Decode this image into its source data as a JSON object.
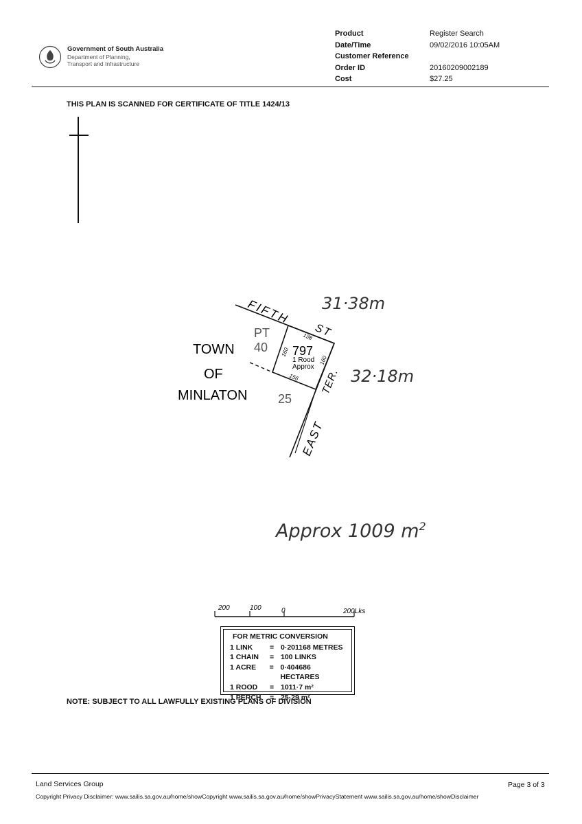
{
  "header": {
    "organisation": "Government of South Australia",
    "department_line1": "Department of Planning,",
    "department_line2": "Transport and Infrastructure",
    "logo_icon": "sa-government-crest-icon",
    "meta": [
      {
        "label": "Product",
        "value": "Register Search"
      },
      {
        "label": "Date/Time",
        "value": "09/02/2016 10:05AM"
      },
      {
        "label": "Customer Reference",
        "value": ""
      },
      {
        "label": "Order ID",
        "value": "20160209002189"
      },
      {
        "label": "Cost",
        "value": "$27.25"
      }
    ]
  },
  "plan": {
    "title": "THIS PLAN IS SCANNED FOR CERTIFICATE OF TITLE 1424/13",
    "town_line1": "TOWN",
    "town_line2": "OF",
    "town_line3": "MINLATON",
    "street_fifth": "FIFTH",
    "street_st": "ST",
    "street_east": "EAST",
    "street_ter": "TER.",
    "lot_adjacent_pt": "PT",
    "lot_adjacent_num": "40",
    "lot_number": "797",
    "lot_area_line1": "1 Rood",
    "lot_area_line2": "Approx",
    "lot_south": "25",
    "dim_top": "138",
    "dim_left": "160",
    "dim_right": "160",
    "dim_bottom": "156",
    "hand_top": "31·38m",
    "hand_right": "32·18m",
    "hand_area_prefix": "Approx 1009 m",
    "hand_area_sup": "2",
    "scale_labels": [
      "200",
      "100",
      "0",
      "200Lks"
    ]
  },
  "conversion": {
    "heading": "FOR METRIC CONVERSION",
    "rows": [
      {
        "unit": "1 LINK",
        "eq": "=",
        "value": "0·201168 METRES"
      },
      {
        "unit": "1 CHAIN",
        "eq": "=",
        "value": "100 LINKS"
      },
      {
        "unit": "1 ACRE",
        "eq": "=",
        "value": "0·404686 HECTARES"
      },
      {
        "unit": "1 ROOD",
        "eq": "=",
        "value": "1011·7 m²"
      },
      {
        "unit": "1 PERCH",
        "eq": "=",
        "value": "25·29 m²"
      }
    ]
  },
  "note": "NOTE: SUBJECT TO ALL LAWFULLY EXISTING PLANS OF DIVISION",
  "footer": {
    "group": "Land Services Group",
    "page": "Page 3 of 3",
    "disclaimer": "Copyright Privacy Disclaimer: www.sailis.sa.gov.au/home/showCopyright www.sailis.sa.gov.au/home/showPrivacyStatement www.sailis.sa.gov.au/home/showDisclaimer"
  }
}
